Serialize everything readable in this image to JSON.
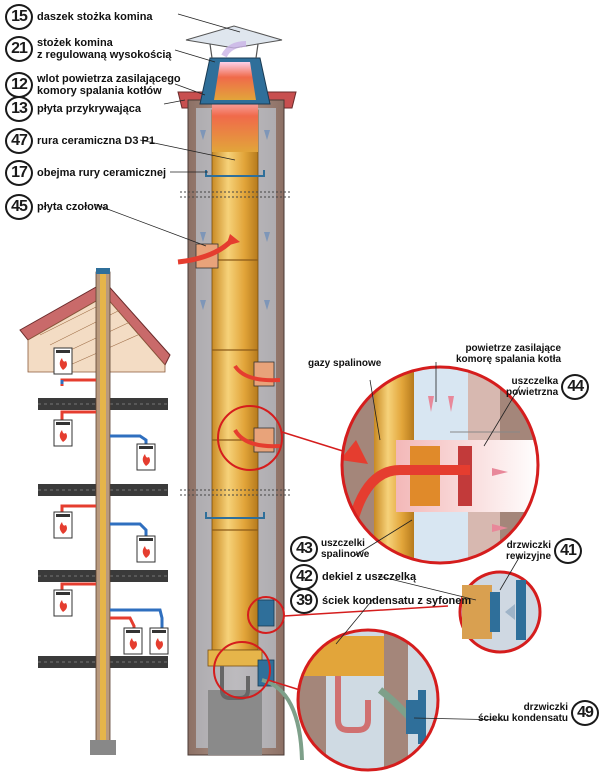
{
  "colors": {
    "brick": "#a4867a",
    "brick_dark": "#7d6358",
    "ceramic": "#e2a53a",
    "ceramic_light": "#f6d27a",
    "air": "#c6d8ea",
    "flue": "#e53d2f",
    "outline": "#1a1a1a",
    "roof": "#c84f4f",
    "cap": "#2f6f9a"
  },
  "labels": [
    {
      "num": "15",
      "text": "daszek stożka komina"
    },
    {
      "num": "21",
      "text": "stożek komina",
      "text2": "z regulowaną wysokością"
    },
    {
      "num": "12",
      "text": "wlot powietrza zasilającego",
      "text2": "komory spalania kotłów"
    },
    {
      "num": "13",
      "text": "płyta przykrywająca"
    },
    {
      "num": "47",
      "text": "rura ceramiczna D3 P1"
    },
    {
      "num": "17",
      "text": "obejma rury ceramicznej"
    },
    {
      "num": "45",
      "text": "płyta czołowa"
    },
    {
      "num": "44",
      "text": "uszczelka",
      "text2": "powietrzna"
    },
    {
      "num": "43",
      "text": "uszczelki",
      "text2": "spalinowe"
    },
    {
      "num": "41",
      "text": "drzwiczki",
      "text2": "rewizyjne"
    },
    {
      "num": "42",
      "text": "dekiel z uszczelką"
    },
    {
      "num": "39",
      "text": "ściek kondensatu z syfonem"
    },
    {
      "num": "49",
      "text": "drzwiczki",
      "text2": "ścieku kondensatu"
    }
  ],
  "callouts": {
    "flue_gas": "gazy spalinowe",
    "supply_air_1": "powietrze zasilające",
    "supply_air_2": "komorę spalania kotła"
  },
  "boiler_icons": [
    "boiler-icon",
    "boiler-icon",
    "boiler-icon",
    "boiler-icon",
    "boiler-icon",
    "boiler-icon",
    "boiler-icon"
  ]
}
